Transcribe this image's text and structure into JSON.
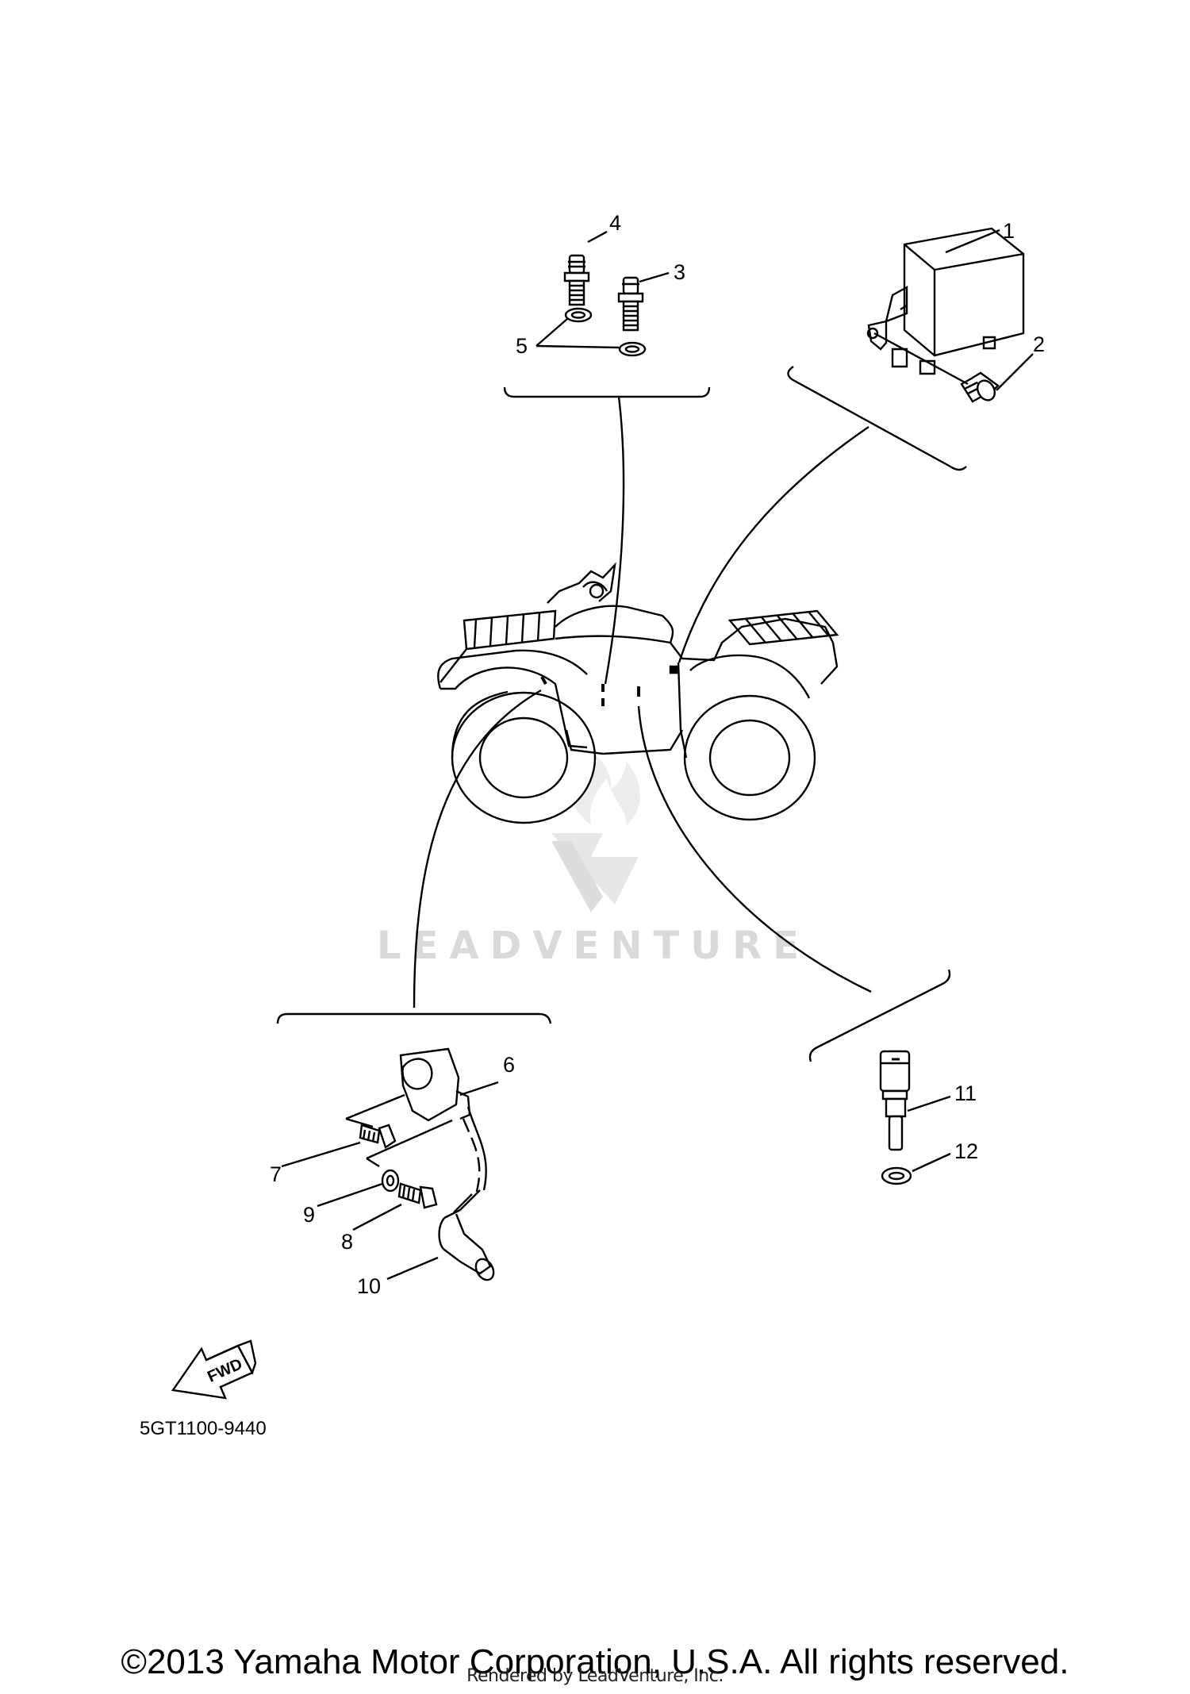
{
  "callouts": {
    "c1": "1",
    "c2": "2",
    "c3": "3",
    "c4": "4",
    "c5": "5",
    "c6": "6",
    "c7": "7",
    "c8": "8",
    "c9": "9",
    "c10": "10",
    "c11": "11",
    "c12": "12"
  },
  "fwd_label": "FWD",
  "drawing_code": "5GT1100-9440",
  "watermark": "LEADVENTURE",
  "copyright": "©2013 Yamaha Motor Corporation, U.S.A. All rights reserved.",
  "rendered_by": "Rendered by LeadVenture, Inc."
}
